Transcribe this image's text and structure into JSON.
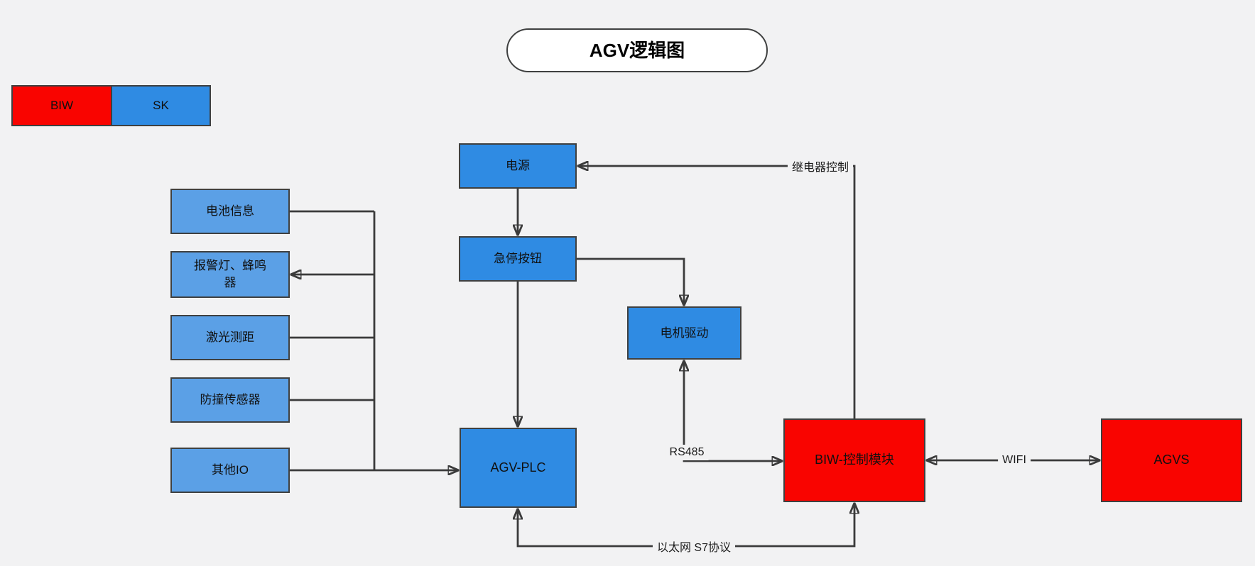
{
  "title": "AGV逻辑图",
  "legend": {
    "items": [
      {
        "label": "BIW",
        "color": "#F90400"
      },
      {
        "label": "SK",
        "color": "#2F8BE3"
      }
    ]
  },
  "nodes": {
    "battery": {
      "label": "电池信息"
    },
    "alarm": {
      "label": "报警灯、蜂鸣器"
    },
    "laser": {
      "label": "激光测距"
    },
    "collision": {
      "label": "防撞传感器"
    },
    "other_io": {
      "label": "其他IO"
    },
    "power": {
      "label": "电源"
    },
    "estop": {
      "label": "急停按钮"
    },
    "motor_drive": {
      "label": "电机驱动"
    },
    "agv_plc": {
      "label": "AGV-PLC"
    },
    "biw_ctrl": {
      "label": "BIW-控制模块"
    },
    "agvs": {
      "label": "AGVS"
    }
  },
  "edge_labels": {
    "relay": "继电器控制",
    "rs485": "RS485",
    "wifi": "WIFI",
    "ethernet": "以太网 S7协议"
  },
  "colors": {
    "background": "#F2F2F3",
    "biw_red": "#F90400",
    "sk_blue": "#2F8BE3",
    "sk_blue_light": "#5BA0E6",
    "line": "#3B3B3B"
  }
}
